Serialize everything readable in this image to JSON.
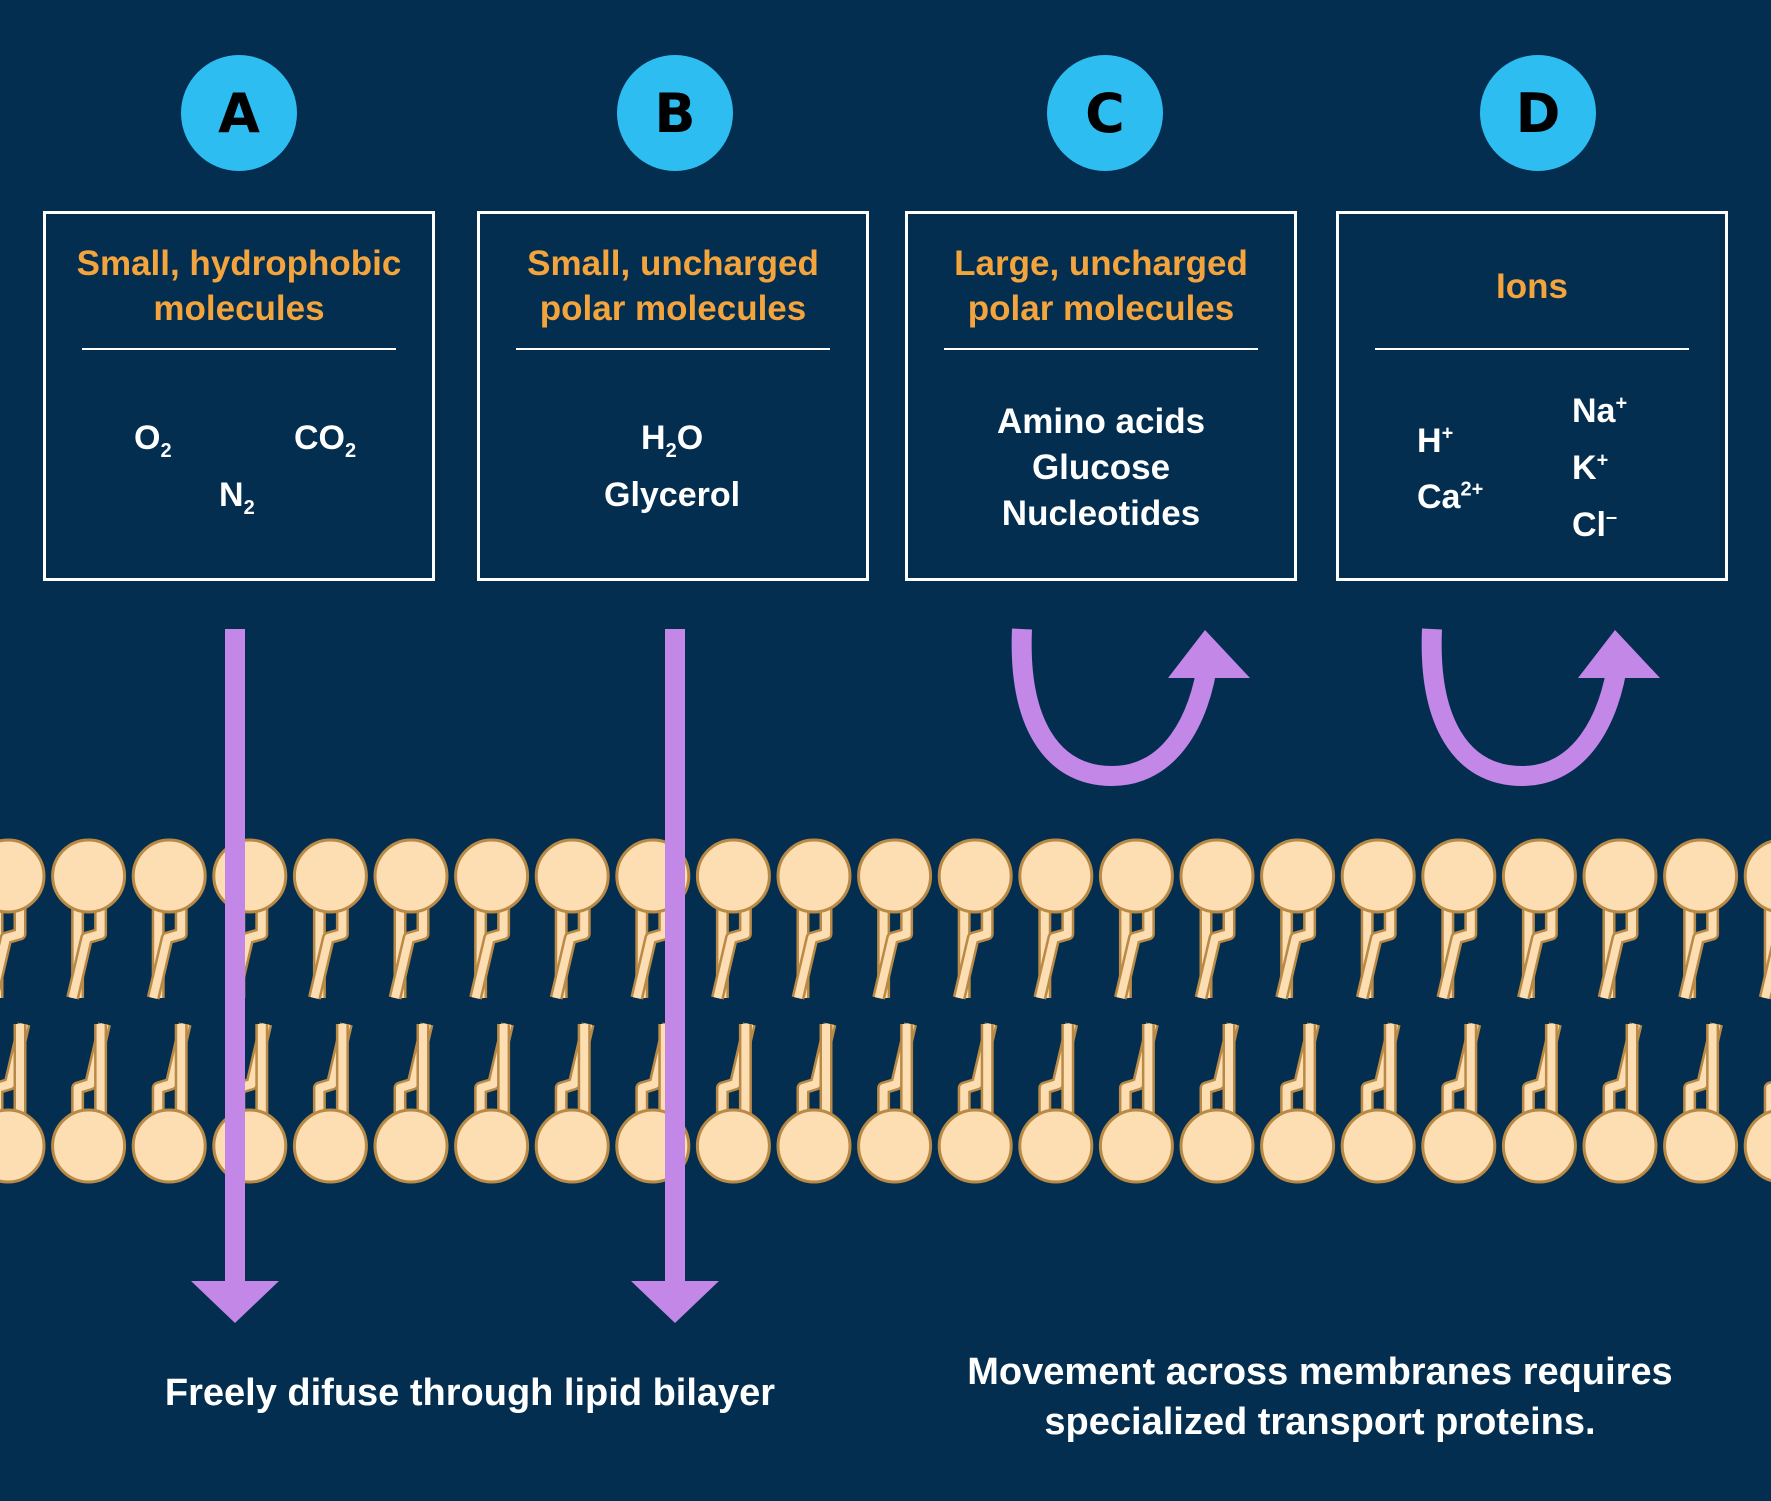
{
  "panels": [
    {
      "letter": "A",
      "title": "Small, hydrophobic\nmolecules",
      "molecules": [
        {
          "base": "O",
          "sub": "2",
          "sup": ""
        },
        {
          "base": "CO",
          "sub": "2",
          "sup": ""
        },
        {
          "base": "N",
          "sub": "2",
          "sup": ""
        }
      ]
    },
    {
      "letter": "B",
      "title": "Small, uncharged\npolar molecules",
      "molecules": [
        {
          "base": "H",
          "sub": "2",
          "tail": "O"
        },
        {
          "base": "Glycerol"
        }
      ]
    },
    {
      "letter": "C",
      "title": "Large, uncharged\npolar molecules",
      "molecules": [
        "Amino acids",
        "Glucose",
        "Nucleotides"
      ]
    },
    {
      "letter": "D",
      "title": "Ions",
      "ions": [
        {
          "base": "H",
          "sup": "+"
        },
        {
          "base": "Ca",
          "sup": "2+"
        },
        {
          "base": "Na",
          "sup": "+"
        },
        {
          "base": "K",
          "sup": "+"
        },
        {
          "base": "Cl",
          "sup": "–"
        }
      ]
    }
  ],
  "captions": {
    "diffuse": "Freely difuse through lipid bilayer",
    "transport": "Movement across membranes requires\nspecialized transport proteins."
  },
  "colors": {
    "background": "#032E4F",
    "badge": "#2DBDF0",
    "title": "#F4A43C",
    "arrow": "#C387E8",
    "lipid_fill": "#FDDDB2",
    "lipid_stroke": "#B98A45"
  }
}
